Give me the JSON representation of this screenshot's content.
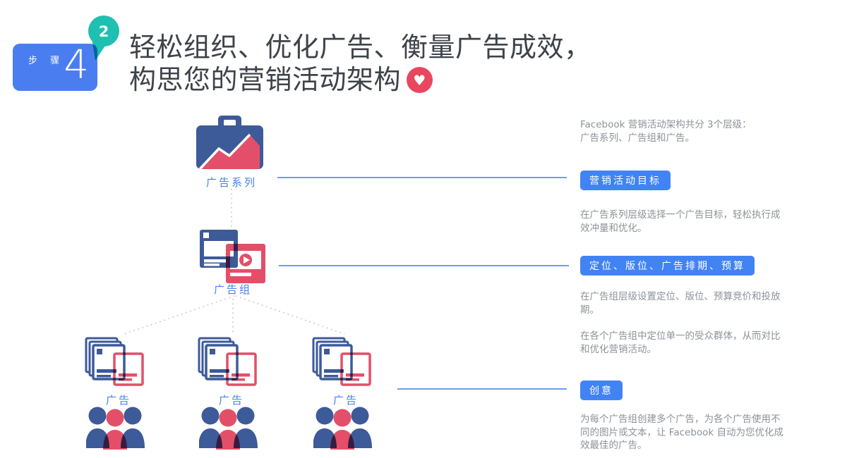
{
  "colors": {
    "primary_blue": "#4283f4",
    "step_blue": "#4a7ef0",
    "icon_dark_blue": "#3d5a99",
    "pink": "#e34f68",
    "heart_pink": "#e8475f",
    "teal": "#1fbfb2",
    "title_text": "#3e434a",
    "body_text": "#8d9298",
    "dotted_gray": "#bfc2c6"
  },
  "step_badge": {
    "label": "步 骤",
    "number": "4",
    "pin_number": "2",
    "pin_icon": "teal-location-pin"
  },
  "title": {
    "line1": "轻松组织、优化广告、衡量广告成效，",
    "line2": "构思您的营销活动架构",
    "heart_icon": "heart"
  },
  "diagram": {
    "campaign": {
      "label": "广告系列",
      "icon": "briefcase-chart"
    },
    "adset": {
      "label": "广告组",
      "icon": "ad-cards-video-play"
    },
    "ads": [
      {
        "label": "广告",
        "icon": "stacked-ad-cards",
        "audience_icon": "people-group"
      },
      {
        "label": "广告",
        "icon": "stacked-ad-cards",
        "audience_icon": "people-group"
      },
      {
        "label": "广告",
        "icon": "stacked-ad-cards",
        "audience_icon": "people-group"
      }
    ]
  },
  "right_panel": {
    "intro_line1": "Facebook 营销活动架构共分 3个层级：",
    "intro_line2": "广告系列、广告组和广告。",
    "sections": [
      {
        "button": "营销活动目标",
        "paragraphs": [
          "在广告系列层级选择一个广告目标，轻松执行成效冲量和优化。"
        ]
      },
      {
        "button": "定位、版位、广告排期、预算",
        "paragraphs": [
          "在广告组层级设置定位、版位、预算竞价和投放期。",
          "在各个广告组中定位单一的受众群体，从而对比和优化营销活动。"
        ]
      },
      {
        "button": "创意",
        "paragraphs": [
          "为每个广告组创建多个广告，为各个广告使用不同的图片或文本，让 Facebook 自动为您优化成效最佳的广告。"
        ]
      }
    ]
  }
}
